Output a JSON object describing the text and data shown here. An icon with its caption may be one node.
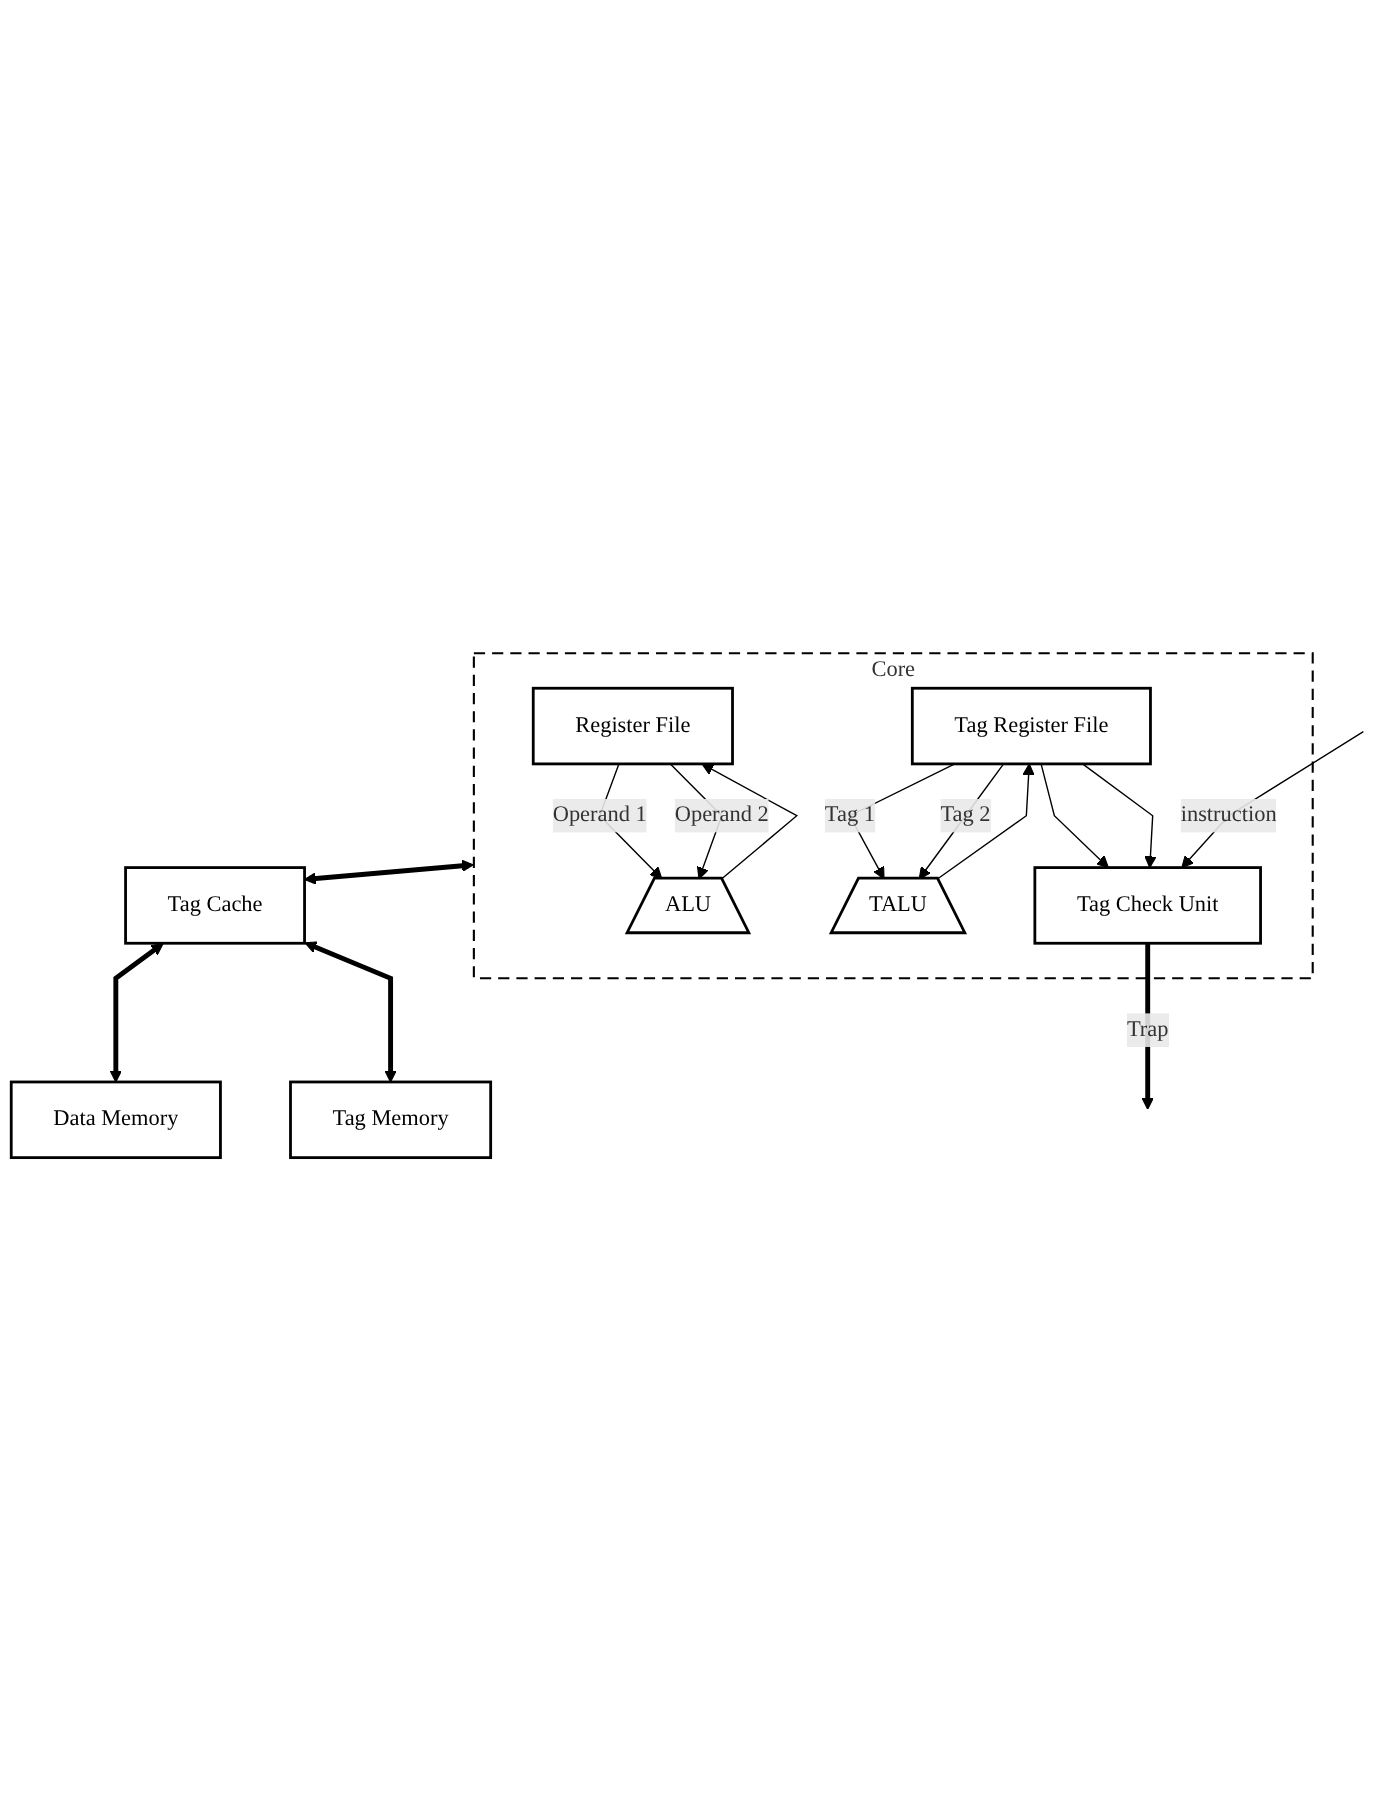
{
  "diagram": {
    "nodes": [
      {
        "text": [
          "Core"
        ]
      },
      {
        "text": [
          "Register File"
        ],
        "in": 0
      },
      {
        "text": [
          "ALU"
        ],
        "in": 0
      },
      {
        "text": [
          "Tag Register File"
        ],
        "in": 0
      },
      {
        "text": [
          "TALU"
        ],
        "in": 0
      },
      {
        "text": [
          "Tag Check Unit"
        ],
        "in": 0
      },
      {
        "text": [
          "Tag Cache"
        ]
      },
      {
        "text": [
          "Data Memory"
        ]
      },
      {
        "text": [
          "Tag Memory"
        ]
      }
    ],
    "edges": [
      {
        "from": 1,
        "to": 2,
        "arrow": "to",
        "label": "Operand 1"
      },
      {
        "from": 1,
        "to": 2,
        "arrow": "to",
        "label": "Operand 2"
      },
      {
        "from": 2,
        "to": 1,
        "arrow": "to"
      },
      {
        "from": 3,
        "to": 4,
        "arrow": "to",
        "label": "Tag 1"
      },
      {
        "from": 3,
        "to": 4,
        "arrow": "to",
        "label": "Tag 2"
      },
      {
        "from": 4,
        "to": 3,
        "arrow": "to"
      },
      {
        "from": 3,
        "to": 5,
        "arrow": "to"
      },
      {
        "from": 3,
        "to": 5,
        "arrow": "to"
      },
      {
        "from": null,
        "to": 5,
        "arrow": "to",
        "label": "instruction"
      },
      {
        "from": 5,
        "to": null,
        "arrow": "to",
        "label": "Trap",
        "style": "thick"
      },
      {
        "from": 0,
        "to": 6,
        "arrow": "both",
        "style": "thick"
      },
      {
        "from": 6,
        "to": 7,
        "arrow": "both",
        "style": "thick"
      },
      {
        "from": 6,
        "to": 8,
        "arrow": "both",
        "style": "thick"
      }
    ]
  }
}
